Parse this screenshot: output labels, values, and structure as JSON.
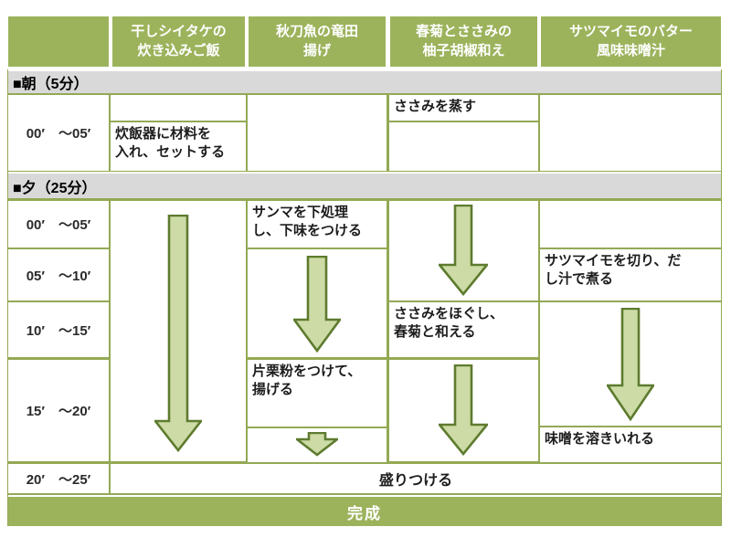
{
  "columns": [
    "干しシイタケの\n炊き込みご飯",
    "秋刀魚の竜田\n揚げ",
    "春菊とささみの\n柚子胡椒和え",
    "サツマイモのバター\n風味味噌汁"
  ],
  "sections": {
    "morning_label": "■朝（5分）",
    "evening_label": "■夕（25分）"
  },
  "times": {
    "morning": "00′　～05′",
    "evening": [
      "00′　～05′",
      "05′　～10′",
      "10′　～15′",
      "15′　～20′",
      "20′　～25′"
    ]
  },
  "steps": {
    "rice_set": "炊飯器に材料を\n入れ、セットする",
    "steam_sasami": "ささみを蒸す",
    "sanma_prep": "サンマを下処理\nし、下味をつける",
    "flour_fry": "片栗粉をつけて、\n揚げる",
    "sasami_mix": "ささみをほぐし、\n春菊と和える",
    "sweet_potato": "サツマイモを切り、だ\nし汁で煮る",
    "miso": "味噌を溶きいれる",
    "plating": "盛りつける"
  },
  "footer_label": "完成",
  "icons": {
    "duration_arrow": "down-arrow"
  },
  "colors": {
    "header_green": "#9CB35C",
    "bar_gray": "#D9D9D9",
    "grid_line": "#93A954",
    "arrow_fill": "#CDDCA6",
    "arrow_stroke": "#5E7B2F"
  }
}
